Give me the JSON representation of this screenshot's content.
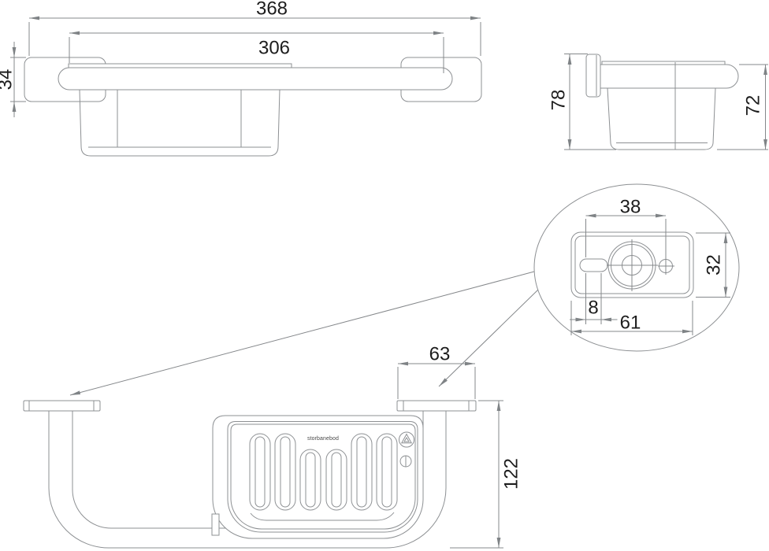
{
  "front_view": {
    "overall_width": "368",
    "inner_width": "306",
    "end_cap_height": "34"
  },
  "side_view": {
    "total_height": "78",
    "basket_height": "72"
  },
  "detail_view": {
    "slot_to_hole_distance": "38",
    "plate_height": "32",
    "slot_length": "8",
    "plate_width": "61"
  },
  "bottom_view": {
    "bracket_depth": "63",
    "total_depth": "122",
    "brand_text": "storbanebod"
  },
  "icons": {
    "recycling": "recycling-triangle-icon",
    "material": "circled-line-icon"
  },
  "colors": {
    "line": "#8d9093",
    "dimension": "#85888b",
    "arrow": "#7f8386",
    "text": "#1d1d1d",
    "background": "#ffffff"
  }
}
